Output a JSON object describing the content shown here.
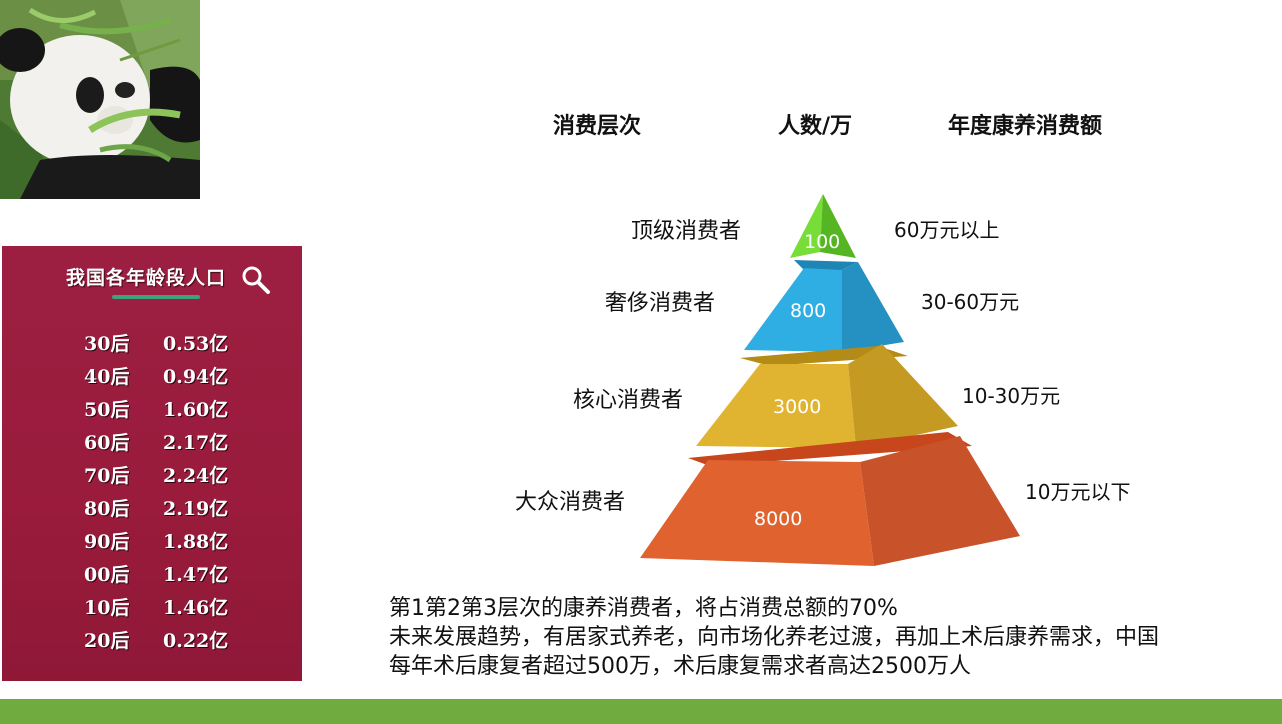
{
  "age_card": {
    "title": "我国各年龄段人口",
    "rows": [
      {
        "gen": "30后",
        "pop": "0.53亿"
      },
      {
        "gen": "40后",
        "pop": "0.94亿"
      },
      {
        "gen": "50后",
        "pop": "1.60亿"
      },
      {
        "gen": "60后",
        "pop": "2.17亿"
      },
      {
        "gen": "70后",
        "pop": "2.24亿"
      },
      {
        "gen": "80后",
        "pop": "2.19亿"
      },
      {
        "gen": "90后",
        "pop": "1.88亿"
      },
      {
        "gen": "00后",
        "pop": "1.47亿"
      },
      {
        "gen": "10后",
        "pop": "1.46亿"
      },
      {
        "gen": "20后",
        "pop": "0.22亿"
      }
    ],
    "colors": {
      "background": "#9c1f41",
      "accent": "#3aa37a"
    }
  },
  "headers": {
    "level": "消费层次",
    "people": "人数/万",
    "spend": "年度康养消费额"
  },
  "levels": [
    {
      "name": "顶级消费者",
      "count": "100",
      "amount": "60万元以上",
      "color": "#6fd62e"
    },
    {
      "name": "奢侈消费者",
      "count": "800",
      "amount": "30-60万元",
      "color": "#29a9dd"
    },
    {
      "name": "核心消费者",
      "count": "3000",
      "amount": "10-30万元",
      "color": "#deb22e"
    },
    {
      "name": "大众消费者",
      "count": "8000",
      "amount": "10万元以下",
      "color": "#e1622f"
    }
  ],
  "notes": [
    "第1第2第3层次的康养消费者，将占消费总额的70%",
    "未来发展趋势，有居家式养老，向市场化养老过渡，再加上术后康养需求，中国",
    "每年术后康复者超过500万，术后康复需求者高达2500万人"
  ],
  "footer_color": "#6fab3f"
}
